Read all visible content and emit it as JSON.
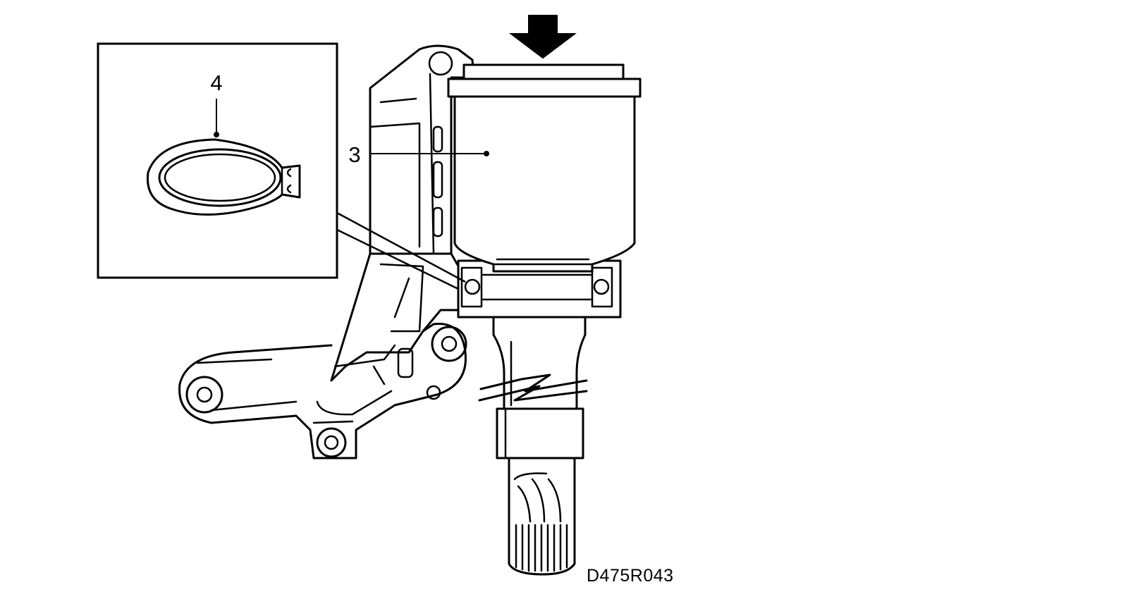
{
  "labels": {
    "callout_3": "3",
    "callout_4": "4",
    "figure_code": "D475R043"
  },
  "icons": {
    "press_direction": "arrow-down-icon"
  },
  "colors": {
    "line": "#000000",
    "background": "#ffffff"
  }
}
